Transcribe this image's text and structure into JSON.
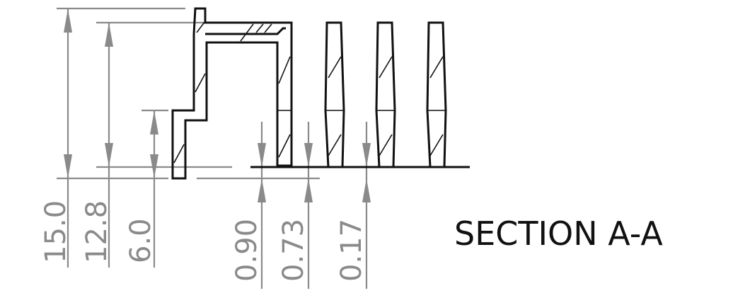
{
  "section_label": "SECTION A-A",
  "dimensions": {
    "left": [
      "15.0",
      "12.8",
      "6.0"
    ],
    "right": [
      "0.90",
      "0.73",
      "0.17"
    ]
  },
  "colors": {
    "part_outline": "#111111",
    "dimension_lines": "#8a8a8a",
    "background": "#ffffff"
  }
}
